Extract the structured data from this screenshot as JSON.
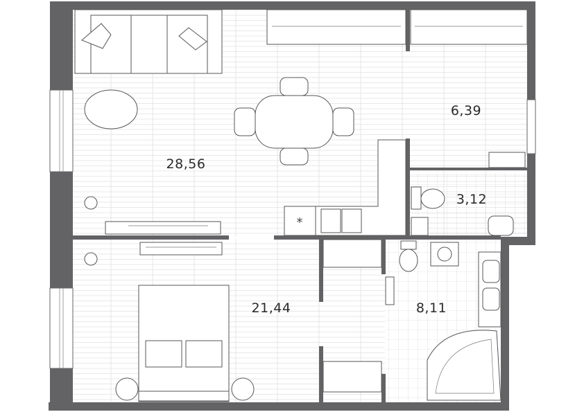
{
  "plan": {
    "rooms": [
      {
        "id": "living",
        "area": "28,56"
      },
      {
        "id": "hall",
        "area": "6,39"
      },
      {
        "id": "wc",
        "area": "3,12"
      },
      {
        "id": "bedroom",
        "area": "21,44"
      },
      {
        "id": "bath",
        "area": "8,11"
      }
    ],
    "colors": {
      "wall": "#636366",
      "floor_line": "#cfcfcf",
      "tile_line": "#cfcfcf",
      "furniture_stroke": "#555555"
    }
  }
}
